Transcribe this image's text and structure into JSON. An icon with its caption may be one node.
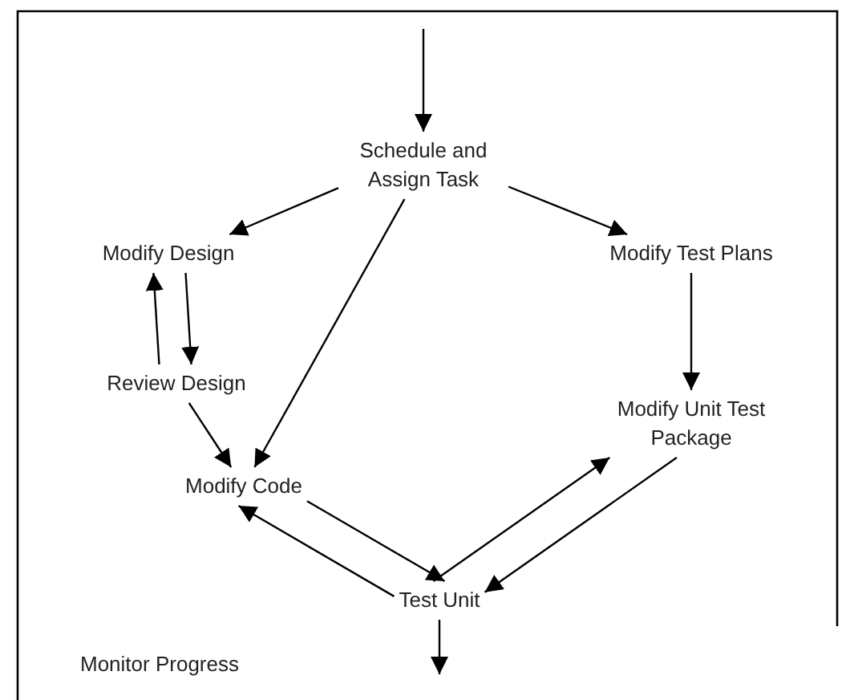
{
  "diagram": {
    "nodes": [
      {
        "text": [
          "Schedule and Assign Task"
        ]
      },
      {
        "text": [
          "Modify Design"
        ]
      },
      {
        "text": [
          "Modify Test Plans"
        ]
      },
      {
        "text": [
          "Review Design"
        ]
      },
      {
        "text": [
          "Modify Unit Test Package"
        ]
      },
      {
        "text": [
          "Modify Code"
        ]
      },
      {
        "text": [
          "Test Unit"
        ]
      }
    ],
    "edges": [
      {
        "from": null,
        "to": 0,
        "arrow": "to"
      },
      {
        "from": 0,
        "to": 1,
        "arrow": "to"
      },
      {
        "from": 0,
        "to": 5,
        "arrow": "to"
      },
      {
        "from": 0,
        "to": 2,
        "arrow": "to"
      },
      {
        "from": 1,
        "to": 3,
        "arrow": "to"
      },
      {
        "from": 3,
        "to": 1,
        "arrow": "to"
      },
      {
        "from": 3,
        "to": 5,
        "arrow": "to"
      },
      {
        "from": 2,
        "to": 4,
        "arrow": "to"
      },
      {
        "from": 5,
        "to": 6,
        "arrow": "to"
      },
      {
        "from": 6,
        "to": 5,
        "arrow": "to"
      },
      {
        "from": 4,
        "to": 6,
        "arrow": "to"
      },
      {
        "from": 6,
        "to": 4,
        "arrow": "to"
      },
      {
        "from": 6,
        "to": null,
        "arrow": "to"
      }
    ],
    "labels": [
      "Monitor Progress"
    ]
  }
}
